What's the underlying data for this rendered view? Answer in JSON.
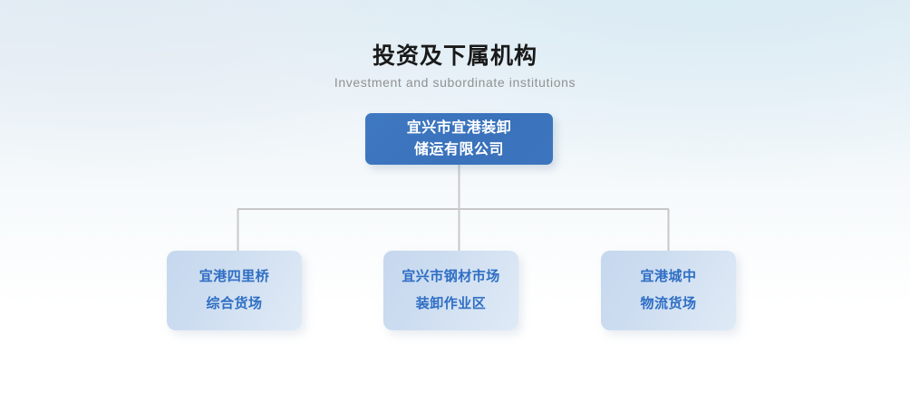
{
  "heading": {
    "title": "投资及下属机构",
    "subtitle": "Investment and subordinate institutions"
  },
  "colors": {
    "root_node_bg": "#3b74bd",
    "root_node_text": "#ffffff",
    "child_node_bg": "#ccdcf0",
    "child_node_text": "#2e6ec4",
    "connector_line": "#c8c8c8",
    "title_text": "#1a1a1a",
    "subtitle_text": "#919191",
    "background_top": "#e6eff6",
    "background_bottom": "#ffffff"
  },
  "org_chart": {
    "root": {
      "name": "宜兴市宜港装卸储运有限公司",
      "label": "宜兴市宜港装卸\n储运有限公司",
      "line1": "宜兴市宜港装卸",
      "line2": "储运有限公司"
    },
    "children": [
      {
        "name": "宜港四里桥综合货场",
        "label": "宜港四里桥\n综合货场",
        "line1": "宜港四里桥",
        "line2": "综合货场"
      },
      {
        "name": "宜兴市钢材市场装卸作业区",
        "label": "宜兴市钢材市场\n装卸作业区",
        "line1": "宜兴市钢材市场",
        "line2": "装卸作业区"
      },
      {
        "name": "宜港城中物流货场",
        "label": "宜港城中\n物流货场",
        "line1": "宜港城中",
        "line2": "物流货场"
      }
    ]
  }
}
